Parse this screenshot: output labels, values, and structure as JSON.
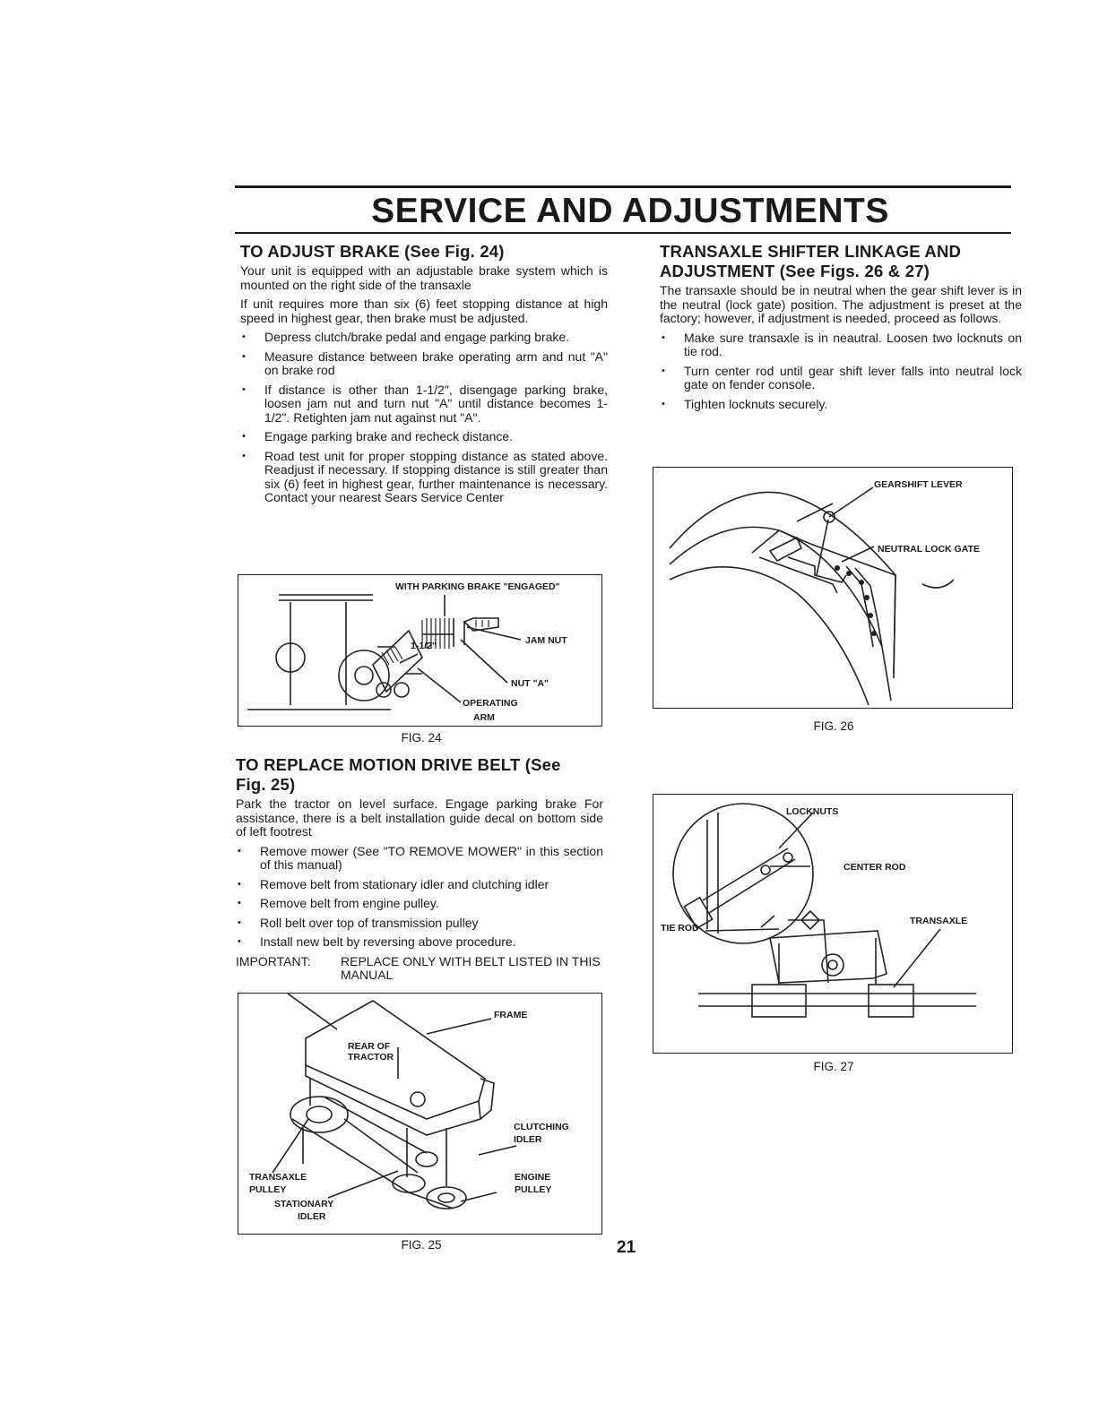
{
  "header": {
    "title": "SERVICE AND ADJUSTMENTS"
  },
  "brake": {
    "heading": "TO ADJUST BRAKE (See Fig. 24)",
    "paragraphs": [
      "Your unit is equipped with an adjustable brake system which is mounted on the right side of the transaxle",
      "If unit requires more than six (6) feet stopping distance at high speed in highest gear, then brake must be adjusted."
    ],
    "steps": [
      "Depress clutch/brake pedal and engage parking brake.",
      "Measure distance between brake operating arm and nut \"A\" on brake rod",
      "If distance is other than 1-1/2\", disengage parking brake, loosen jam nut and turn nut \"A\" until distance becomes 1-1/2\". Retighten jam nut against nut \"A\".",
      "Engage parking brake and recheck distance.",
      "Road test unit for proper stopping distance as stated above. Readjust if necessary. If stopping distance is still greater than six (6) feet in highest gear, further maintenance is necessary. Contact your nearest Sears Service Center"
    ]
  },
  "fig24": {
    "caption": "FIG. 24",
    "labels": {
      "engaged": "WITH PARKING BRAKE \"ENGAGED\"",
      "jam_nut": "JAM NUT",
      "nut_a": "NUT \"A\"",
      "dimension": "1-1/2\"",
      "arm_line1": "OPERATING",
      "arm_line2": "ARM"
    }
  },
  "belt": {
    "heading": "TO REPLACE MOTION DRIVE BELT (See Fig. 25)",
    "paragraphs": [
      "Park the tractor on level surface. Engage parking brake For assistance, there is a belt installation guide decal on bottom side of left footrest"
    ],
    "steps": [
      "Remove mower (See \"TO REMOVE MOWER\" in this section of this manual)",
      "Remove belt from stationary idler and clutching idler",
      "Remove belt from engine pulley.",
      "Roll belt over top of transmission pulley",
      "Install new belt by reversing above procedure."
    ],
    "important_key": "IMPORTANT:",
    "important_text": "REPLACE ONLY WITH BELT LISTED IN THIS MANUAL"
  },
  "fig25": {
    "caption": "FIG. 25",
    "labels": {
      "frame": "FRAME",
      "rear_line1": "REAR OF",
      "rear_line2": "TRACTOR",
      "clutching_line1": "CLUTCHING",
      "clutching_line2": "IDLER",
      "transaxle_line1": "TRANSAXLE",
      "transaxle_line2": "PULLEY",
      "engine_line1": "ENGINE",
      "engine_line2": "PULLEY",
      "stationary_line1": "STATIONARY",
      "stationary_line2": "IDLER"
    }
  },
  "shifter": {
    "heading": "TRANSAXLE SHIFTER LINKAGE AND ADJUSTMENT (See Figs. 26 & 27)",
    "paragraphs": [
      "The transaxle should be in neutral when the gear shift lever is in the neutral (lock gate) position. The adjustment is preset at the factory; however, if adjustment is needed, proceed as follows."
    ],
    "steps": [
      "Make sure transaxle is in neautral. Loosen two locknuts on tie rod.",
      "Turn center rod until gear shift lever falls into neutral lock gate on fender console.",
      "Tighten locknuts securely."
    ]
  },
  "fig26": {
    "caption": "FIG. 26",
    "labels": {
      "lever": "GEARSHIFT LEVER",
      "gate": "NEUTRAL LOCK GATE"
    }
  },
  "fig27": {
    "caption": "FIG. 27",
    "labels": {
      "locknuts": "LOCKNUTS",
      "center_rod": "CENTER ROD",
      "tie_rod": "TIE ROD",
      "transaxle": "TRANSAXLE"
    }
  },
  "page": {
    "number": "21"
  }
}
